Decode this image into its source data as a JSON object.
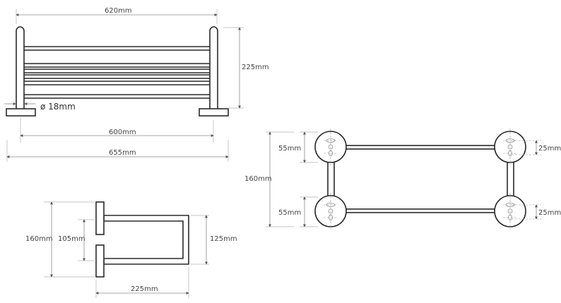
{
  "front_view": {
    "overall_post_width": "620mm",
    "height": "225mm",
    "tube_diameter": "ø 18mm",
    "fixing_distance": "600mm",
    "overall_width": "655mm"
  },
  "side_view": {
    "height": "160mm",
    "arm_spacing": "105mm",
    "rail_height": "125mm",
    "depth": "225mm"
  },
  "top_view": {
    "overall_depth": "160mm",
    "left_top_flange": "55mm",
    "left_bottom_flange": "55mm",
    "right_top_hole": "25mm",
    "right_bottom_hole": "25mm"
  }
}
